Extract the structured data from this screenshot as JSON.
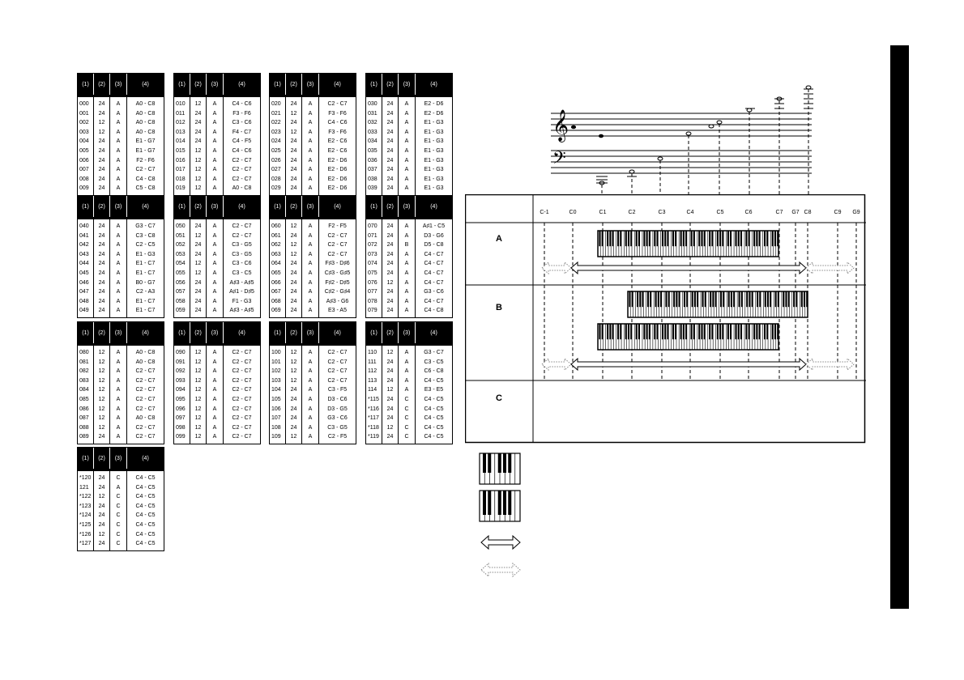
{
  "headers": [
    "(1)",
    "(2)",
    "(3)",
    "(4)"
  ],
  "tables": [
    {
      "rows": [
        [
          "000",
          "24",
          "A",
          "A0 - C8"
        ],
        [
          "001",
          "24",
          "A",
          "A0 - C8"
        ],
        [
          "002",
          "12",
          "A",
          "A0 - C8"
        ],
        [
          "003",
          "12",
          "A",
          "A0 - C8"
        ],
        [
          "004",
          "24",
          "A",
          "E1 - G7"
        ],
        [
          "005",
          "24",
          "A",
          "E1 - G7"
        ],
        [
          "006",
          "24",
          "A",
          "F2 - F6"
        ],
        [
          "007",
          "24",
          "A",
          "C2 - C7"
        ],
        [
          "008",
          "24",
          "A",
          "C4 - C8"
        ],
        [
          "009",
          "24",
          "A",
          "C5 - C8"
        ]
      ]
    },
    {
      "rows": [
        [
          "010",
          "12",
          "A",
          "C4 - C6"
        ],
        [
          "011",
          "24",
          "A",
          "F3 - F6"
        ],
        [
          "012",
          "24",
          "A",
          "C3 - C6"
        ],
        [
          "013",
          "24",
          "A",
          "F4 - C7"
        ],
        [
          "014",
          "24",
          "A",
          "C4 - F5"
        ],
        [
          "015",
          "12",
          "A",
          "C4 - C6"
        ],
        [
          "016",
          "12",
          "A",
          "C2 - C7"
        ],
        [
          "017",
          "12",
          "A",
          "C2 - C7"
        ],
        [
          "018",
          "12",
          "A",
          "C2 - C7"
        ],
        [
          "019",
          "12",
          "A",
          "A0 - C8"
        ]
      ]
    },
    {
      "rows": [
        [
          "020",
          "24",
          "A",
          "C2 - C7"
        ],
        [
          "021",
          "12",
          "A",
          "F3 - F6"
        ],
        [
          "022",
          "24",
          "A",
          "C4 - C6"
        ],
        [
          "023",
          "12",
          "A",
          "F3 - F6"
        ],
        [
          "024",
          "24",
          "A",
          "E2 - C6"
        ],
        [
          "025",
          "24",
          "A",
          "E2 - C6"
        ],
        [
          "026",
          "24",
          "A",
          "E2 - D6"
        ],
        [
          "027",
          "24",
          "A",
          "E2 - D6"
        ],
        [
          "028",
          "24",
          "A",
          "E2 - D6"
        ],
        [
          "029",
          "24",
          "A",
          "E2 - D6"
        ]
      ]
    },
    {
      "rows": [
        [
          "030",
          "24",
          "A",
          "E2 - D6"
        ],
        [
          "031",
          "24",
          "A",
          "E2 - D6"
        ],
        [
          "032",
          "24",
          "A",
          "E1 - G3"
        ],
        [
          "033",
          "24",
          "A",
          "E1 - G3"
        ],
        [
          "034",
          "24",
          "A",
          "E1 - G3"
        ],
        [
          "035",
          "24",
          "A",
          "E1 - G3"
        ],
        [
          "036",
          "24",
          "A",
          "E1 - G3"
        ],
        [
          "037",
          "24",
          "A",
          "E1 - G3"
        ],
        [
          "038",
          "24",
          "A",
          "E1 - G3"
        ],
        [
          "039",
          "24",
          "A",
          "E1 - G3"
        ]
      ]
    },
    {
      "rows": [
        [
          "040",
          "24",
          "A",
          "G3 - C7"
        ],
        [
          "041",
          "24",
          "A",
          "C3 - C8"
        ],
        [
          "042",
          "24",
          "A",
          "C2 - C5"
        ],
        [
          "043",
          "24",
          "A",
          "E1 - G3"
        ],
        [
          "044",
          "24",
          "A",
          "E1 - C7"
        ],
        [
          "045",
          "24",
          "A",
          "E1 - C7"
        ],
        [
          "046",
          "24",
          "A",
          "B0 - G7"
        ],
        [
          "047",
          "24",
          "A",
          "C2 - A3"
        ],
        [
          "048",
          "24",
          "A",
          "E1 - C7"
        ],
        [
          "049",
          "24",
          "A",
          "E1 - C7"
        ]
      ]
    },
    {
      "rows": [
        [
          "050",
          "24",
          "A",
          "C2 - C7"
        ],
        [
          "051",
          "12",
          "A",
          "C2 - C7"
        ],
        [
          "052",
          "24",
          "A",
          "C3 - G5"
        ],
        [
          "053",
          "24",
          "A",
          "C3 - G5"
        ],
        [
          "054",
          "12",
          "A",
          "C3 - C6"
        ],
        [
          "055",
          "12",
          "A",
          "C3 - C5"
        ],
        [
          "056",
          "24",
          "A",
          "A♯3 - A♯5"
        ],
        [
          "057",
          "24",
          "A",
          "A♯1 - D♯5"
        ],
        [
          "058",
          "24",
          "A",
          "F1 - G3"
        ],
        [
          "059",
          "24",
          "A",
          "A♯3 - A♯5"
        ]
      ]
    },
    {
      "rows": [
        [
          "060",
          "12",
          "A",
          "F2 - F5"
        ],
        [
          "061",
          "24",
          "A",
          "C2 - C7"
        ],
        [
          "062",
          "12",
          "A",
          "C2 - C7"
        ],
        [
          "063",
          "12",
          "A",
          "C2 - C7"
        ],
        [
          "064",
          "24",
          "A",
          "F♯3 - D♯6"
        ],
        [
          "065",
          "24",
          "A",
          "C♯3 - G♯5"
        ],
        [
          "066",
          "24",
          "A",
          "F♯2 - D♯5"
        ],
        [
          "067",
          "24",
          "A",
          "C♯2 - G♯4"
        ],
        [
          "068",
          "24",
          "A",
          "A♯3 - G6"
        ],
        [
          "069",
          "24",
          "A",
          "E3 - A5"
        ]
      ]
    },
    {
      "rows": [
        [
          "070",
          "24",
          "A",
          "A♯1 - C5"
        ],
        [
          "071",
          "24",
          "A",
          "D3 - G6"
        ],
        [
          "072",
          "24",
          "B",
          "D5 - C8"
        ],
        [
          "073",
          "24",
          "A",
          "C4 - C7"
        ],
        [
          "074",
          "24",
          "A",
          "C4 - C7"
        ],
        [
          "075",
          "24",
          "A",
          "C4 - C7"
        ],
        [
          "076",
          "12",
          "A",
          "C4 - C7"
        ],
        [
          "077",
          "24",
          "A",
          "G3 - C6"
        ],
        [
          "078",
          "24",
          "A",
          "C4 - C7"
        ],
        [
          "079",
          "24",
          "A",
          "C4 - C8"
        ]
      ]
    },
    {
      "rows": [
        [
          "080",
          "12",
          "A",
          "A0 - C8"
        ],
        [
          "081",
          "12",
          "A",
          "A0 - C8"
        ],
        [
          "082",
          "12",
          "A",
          "C2 - C7"
        ],
        [
          "083",
          "12",
          "A",
          "C2 - C7"
        ],
        [
          "084",
          "12",
          "A",
          "C2 - C7"
        ],
        [
          "085",
          "12",
          "A",
          "C2 - C7"
        ],
        [
          "086",
          "12",
          "A",
          "C2 - C7"
        ],
        [
          "087",
          "12",
          "A",
          "A0 - C8"
        ],
        [
          "088",
          "12",
          "A",
          "C2 - C7"
        ],
        [
          "089",
          "24",
          "A",
          "C2 - C7"
        ]
      ]
    },
    {
      "rows": [
        [
          "090",
          "12",
          "A",
          "C2 - C7"
        ],
        [
          "091",
          "12",
          "A",
          "C2 - C7"
        ],
        [
          "092",
          "12",
          "A",
          "C2 - C7"
        ],
        [
          "093",
          "12",
          "A",
          "C2 - C7"
        ],
        [
          "094",
          "12",
          "A",
          "C2 - C7"
        ],
        [
          "095",
          "12",
          "A",
          "C2 - C7"
        ],
        [
          "096",
          "12",
          "A",
          "C2 - C7"
        ],
        [
          "097",
          "12",
          "A",
          "C2 - C7"
        ],
        [
          "098",
          "12",
          "A",
          "C2 - C7"
        ],
        [
          "099",
          "12",
          "A",
          "C2 - C7"
        ]
      ]
    },
    {
      "rows": [
        [
          "100",
          "12",
          "A",
          "C2 - C7"
        ],
        [
          "101",
          "12",
          "A",
          "C2 - C7"
        ],
        [
          "102",
          "12",
          "A",
          "C2 - C7"
        ],
        [
          "103",
          "12",
          "A",
          "C2 - C7"
        ],
        [
          "104",
          "24",
          "A",
          "C3 - F5"
        ],
        [
          "105",
          "24",
          "A",
          "D3 - C6"
        ],
        [
          "106",
          "24",
          "A",
          "D3 - G5"
        ],
        [
          "107",
          "24",
          "A",
          "G3 - C6"
        ],
        [
          "108",
          "24",
          "A",
          "C3 - G5"
        ],
        [
          "109",
          "12",
          "A",
          "C2 - F5"
        ]
      ]
    },
    {
      "rows": [
        [
          "110",
          "12",
          "A",
          "G3 - C7"
        ],
        [
          "111",
          "24",
          "A",
          "C3 - C5"
        ],
        [
          "112",
          "24",
          "A",
          "C6 - C8"
        ],
        [
          "113",
          "24",
          "A",
          "C4 - C5"
        ],
        [
          "114",
          "12",
          "A",
          "E3 - E5"
        ],
        [
          "*115",
          "24",
          "C",
          "C4 - C5"
        ],
        [
          "*116",
          "24",
          "C",
          "C4 - C5"
        ],
        [
          "*117",
          "24",
          "C",
          "C4 - C5"
        ],
        [
          "*118",
          "12",
          "C",
          "C4 - C5"
        ],
        [
          "*119",
          "24",
          "C",
          "C4 - C5"
        ]
      ]
    },
    {
      "rows": [
        [
          "*120",
          "24",
          "C",
          "C4 - C5"
        ],
        [
          "121",
          "24",
          "A",
          "C4 - C5"
        ],
        [
          "*122",
          "12",
          "C",
          "C4 - C5"
        ],
        [
          "*123",
          "24",
          "C",
          "C4 - C5"
        ],
        [
          "*124",
          "24",
          "C",
          "C4 - C5"
        ],
        [
          "*125",
          "24",
          "C",
          "C4 - C5"
        ],
        [
          "*126",
          "12",
          "C",
          "C4 - C5"
        ],
        [
          "*127",
          "24",
          "C",
          "C4 - C5"
        ]
      ]
    }
  ],
  "range_chart": {
    "octave_labels": [
      "C-1",
      "C0",
      "C1",
      "C2",
      "C3",
      "C4",
      "C5",
      "C6",
      "C7",
      "G7",
      "C8",
      "C9",
      "G9"
    ],
    "rows": [
      "A",
      "B",
      "C"
    ]
  },
  "colors": {
    "ink": "#000000",
    "paper": "#ffffff",
    "dashed": "#888888"
  },
  "icons": [
    "treble-clef-icon",
    "bass-clef-icon",
    "keyboard-icon",
    "keyboard-weighted-icon",
    "range-arrow-icon",
    "extended-range-arrow-icon"
  ]
}
